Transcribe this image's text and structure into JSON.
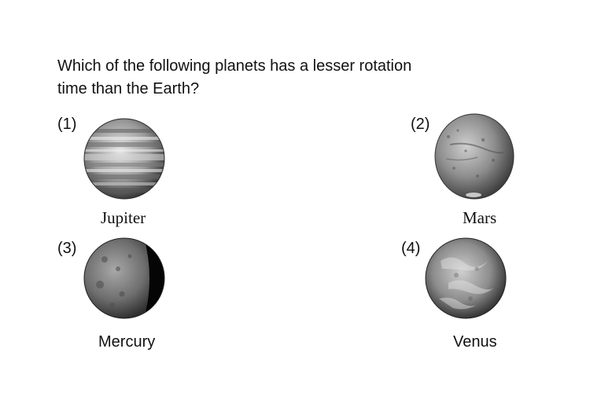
{
  "question": {
    "line1": "Which of the following planets has a lesser rotation",
    "line2": "time than the Earth?"
  },
  "options": [
    {
      "number": "(1)",
      "name": "Jupiter",
      "icon": "jupiter-icon"
    },
    {
      "number": "(2)",
      "name": "Mars",
      "icon": "mars-icon"
    },
    {
      "number": "(3)",
      "name": "Mercury",
      "icon": "mercury-icon"
    },
    {
      "number": "(4)",
      "name": "Venus",
      "icon": "venus-icon"
    }
  ]
}
